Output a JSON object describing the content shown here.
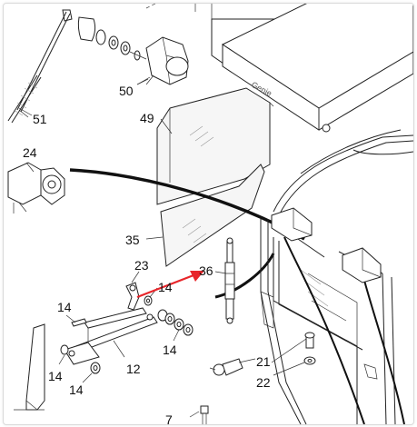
{
  "diagram": {
    "labels": {
      "p50": "50",
      "p51": "51",
      "p49": "49",
      "p24": "24",
      "p35": "35",
      "p23": "23",
      "p36": "36",
      "p14a": "14",
      "p14b": "14",
      "p14c": "14",
      "p14d": "14",
      "p14e": "14",
      "p12": "12",
      "p21": "21",
      "p22": "22",
      "p7": "7"
    },
    "highlight_arrow_color": "#e8262b",
    "line_color": "#222222",
    "background_color": "#ffffff"
  }
}
